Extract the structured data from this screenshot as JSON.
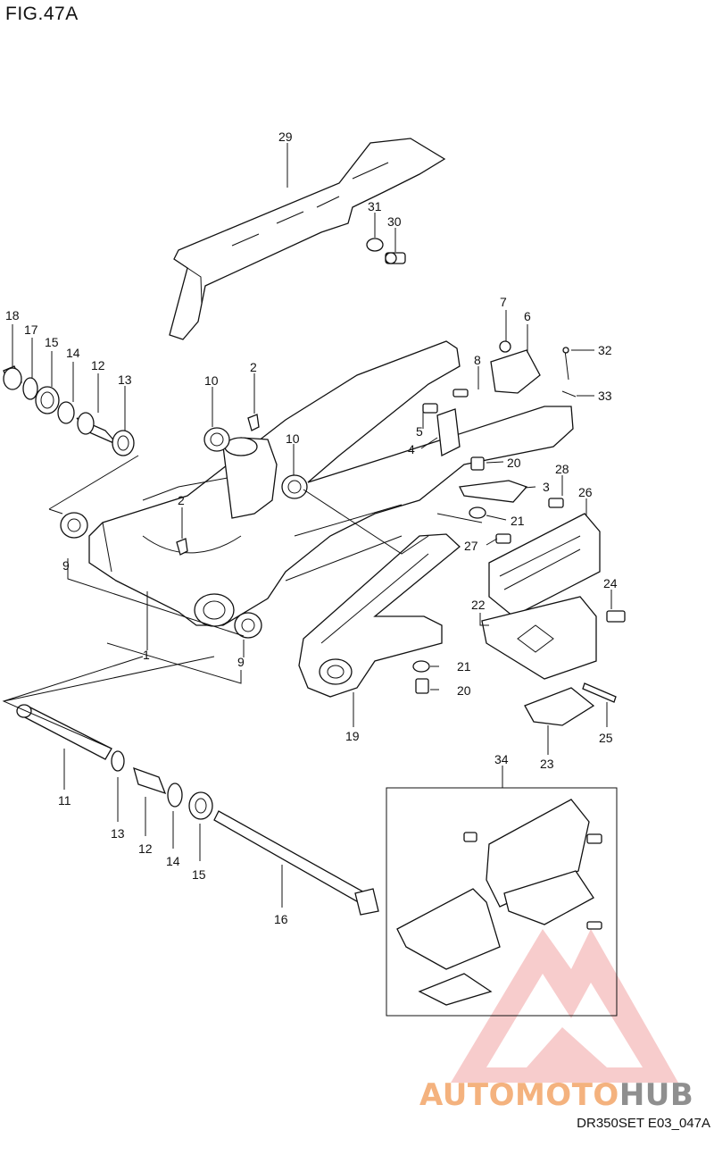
{
  "figure": {
    "title": "FIG.47A",
    "footer_code": "DR350SET E03_047A"
  },
  "watermark": {
    "part1": "AUTOMOTO",
    "part2": "HUB",
    "color_primary": "#f4b27e",
    "color_secondary": "#8f8f8f"
  },
  "callouts": {
    "c1": "1",
    "c2a": "2",
    "c2b": "2",
    "c3": "3",
    "c4": "4",
    "c5": "5",
    "c6": "6",
    "c7": "7",
    "c8": "8",
    "c9a": "9",
    "c9b": "9",
    "c10a": "10",
    "c10b": "10",
    "c11": "11",
    "c12a": "12",
    "c12b": "12",
    "c13a": "13",
    "c13b": "13",
    "c14a": "14",
    "c14b": "14",
    "c15a": "15",
    "c15b": "15",
    "c16": "16",
    "c17": "17",
    "c18": "18",
    "c19": "19",
    "c20a": "20",
    "c20b": "20",
    "c21a": "21",
    "c21b": "21",
    "c22": "22",
    "c23": "23",
    "c24": "24",
    "c25": "25",
    "c26": "26",
    "c27": "27",
    "c28": "28",
    "c29": "29",
    "c30": "30",
    "c31": "31",
    "c32": "32",
    "c33": "33",
    "c34": "34"
  }
}
